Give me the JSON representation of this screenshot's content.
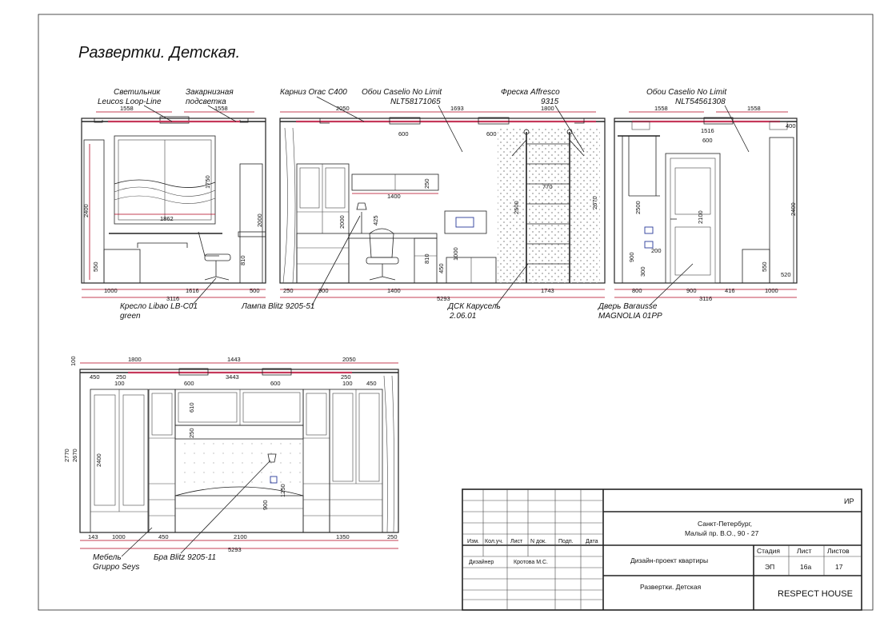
{
  "sheet": {
    "title": "Развертки. Детская."
  },
  "callouts": {
    "svetilnik": "Светильник",
    "svetilnik_model": "Leucos Loop-Line",
    "zakarniznaya": "Закарнизная",
    "podsvetka": "подсветка",
    "karniz": "Карниз Orac C400",
    "oboi1": "Обои Caselio No Limit",
    "oboi1_code": "NLT58171065",
    "freska": "Фреска Affresco",
    "freska_code": "9315",
    "oboi2": "Обои Caselio No Limit",
    "oboi2_code": "NLT54561308",
    "kreslo": "Кресло Libao LB-C01",
    "kreslo_color": "green",
    "lampa": "Лампа Blitz 9205-51",
    "dsk": "ДСК Карусель",
    "dsk_code": "2.06.01",
    "dver": "Дверь Barausse",
    "dver_model": "MAGNOLIA 01PP",
    "mebel": "Мебель",
    "mebel_brand": "Gruppo Seys",
    "bra": "Бра Blitz 9205-11"
  },
  "dims": {
    "e1": {
      "top1": "1558",
      "top2": "1558",
      "w1": "1862",
      "h1": "1750",
      "h2": "2400",
      "h3": "2000",
      "h4": "550",
      "h5": "810",
      "b1": "1000",
      "b2": "1616",
      "b3": "500",
      "total": "3116"
    },
    "e2": {
      "top1": "2050",
      "top2": "1693",
      "top3": "1800",
      "s1": "600",
      "s2": "600",
      "w1": "1400",
      "h1": "250",
      "h2": "2000",
      "h3": "425",
      "h4": "810",
      "h5": "450",
      "h6": "1000",
      "h7": "2500",
      "h8": "2670",
      "w2": "770",
      "b1": "250",
      "b2": "900",
      "b3": "1400",
      "b4": "1743",
      "total": "5293"
    },
    "e3": {
      "top1": "1558",
      "top2": "1558",
      "w1": "1516",
      "w2": "600",
      "s1": "400",
      "h1": "2500",
      "h2": "2100",
      "h3": "2400",
      "h4": "900",
      "h5": "300",
      "h6": "200",
      "h7": "550",
      "w3": "520",
      "b1": "800",
      "b2": "900",
      "b3": "416",
      "b4": "1000",
      "total": "3116"
    },
    "e4": {
      "top1": "1800",
      "top2": "1443",
      "top3": "2050",
      "t1": "450",
      "t2": "250",
      "t3": "100",
      "c1": "3443",
      "c2": "600",
      "c3": "600",
      "t4": "250",
      "t5": "100",
      "t6": "450",
      "h0": "100",
      "h1": "2770",
      "h2": "2670",
      "h3": "2400",
      "h4": "610",
      "h5": "250",
      "h6": "1250",
      "h7": "900",
      "b1": "143",
      "b2": "1000",
      "b3": "450",
      "b4": "2100",
      "b5": "1350",
      "b6": "250",
      "total": "5293"
    }
  },
  "titleblock": {
    "code": "ИР",
    "city": "Санкт-Петербург,",
    "address": "Малый пр. В.О., 90 - 27",
    "cols": [
      "Изм.",
      "Кол.уч.",
      "Лист",
      "N док.",
      "Подп.",
      "Дата"
    ],
    "role": "Дизайнер",
    "author": "Кротова М.С.",
    "project": "Дизайн-проект квартиры",
    "stage_h": "Стадия",
    "sheet_h": "Лист",
    "sheets_h": "Листов",
    "stage": "ЭП",
    "sheet_no": "16а",
    "sheets": "17",
    "sheet_name": "Развертки. Детская",
    "company": "RESPECT HOUSE"
  }
}
